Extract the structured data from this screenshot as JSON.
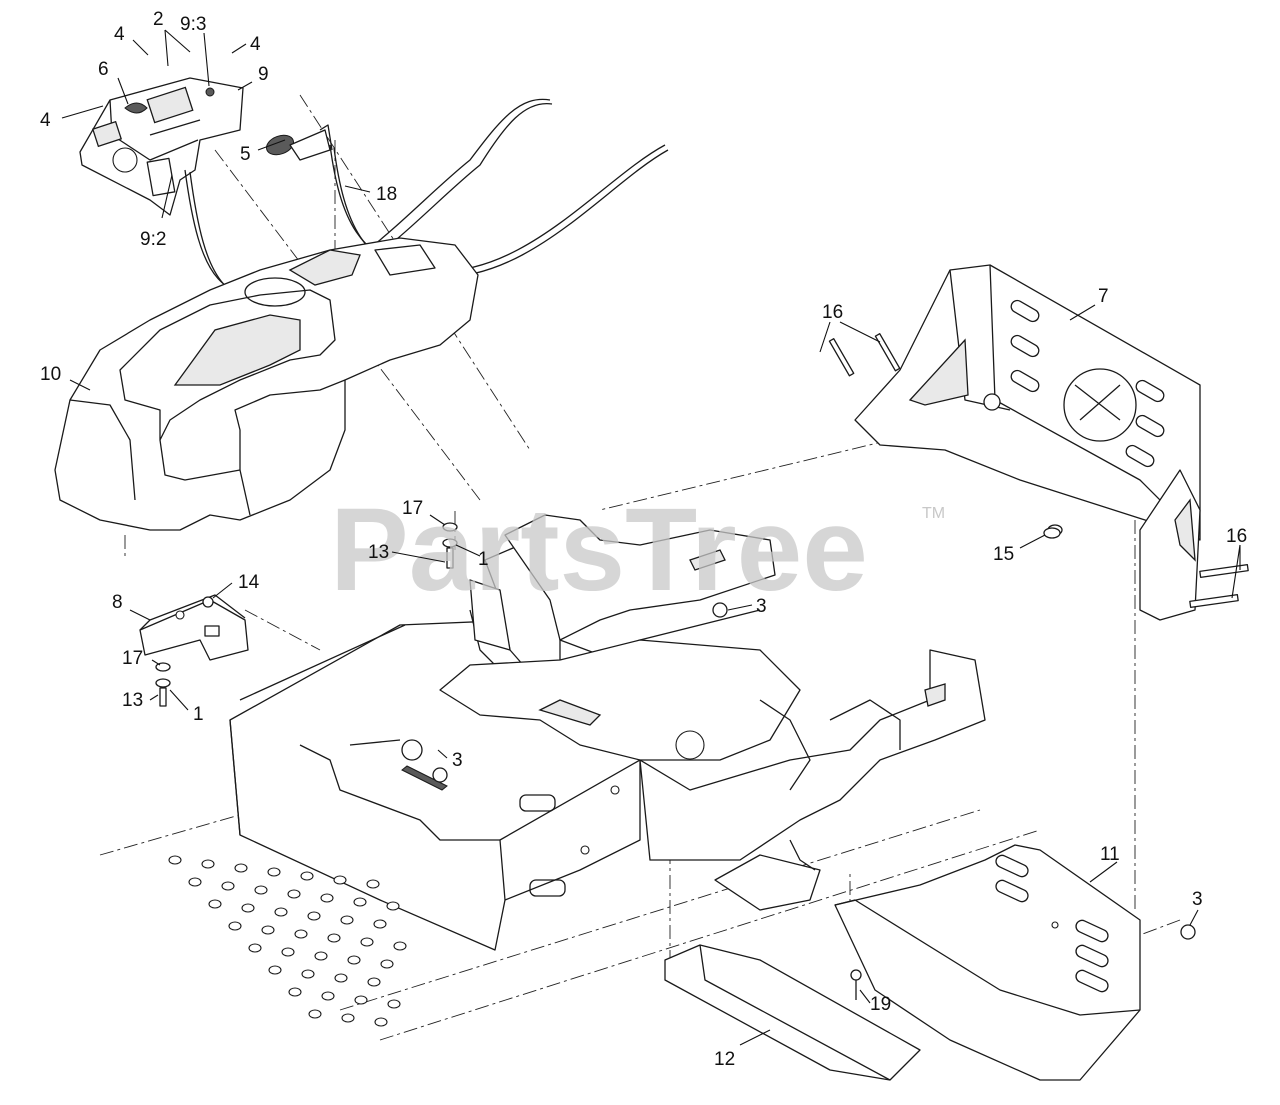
{
  "watermark": {
    "brand": "PartsTree",
    "trademark": "TM"
  },
  "callouts": {
    "c1a": "1",
    "c1b": "1",
    "c2": "2",
    "c3a": "3",
    "c3b": "3",
    "c3c": "3",
    "c4a": "4",
    "c4b": "4",
    "c4c": "4",
    "c5": "5",
    "c6": "6",
    "c7": "7",
    "c8": "8",
    "c9": "9",
    "c9_2": "9:2",
    "c9_3": "9:3",
    "c10": "10",
    "c11": "11",
    "c12": "12",
    "c13a": "13",
    "c13b": "13",
    "c14": "14",
    "c15": "15",
    "c16a": "16",
    "c16b": "16",
    "c17a": "17",
    "c17b": "17",
    "c18": "18",
    "c19": "19"
  }
}
